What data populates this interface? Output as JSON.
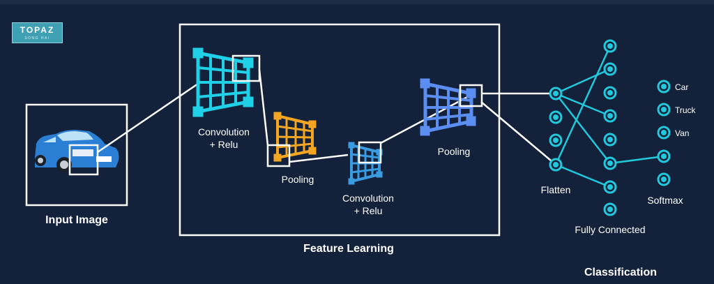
{
  "logo": {
    "brand": "TOPAZ",
    "sub": "SONG HAI"
  },
  "labels": {
    "input_image": "Input Image",
    "conv1": [
      "Convolution",
      "+ Relu"
    ],
    "pool1": "Pooling",
    "conv2": [
      "Convolution",
      "+ Relu"
    ],
    "pool2": "Pooling",
    "feature_learning": "Feature Learning",
    "flatten": "Flatten",
    "fully_connected": "Fully Connected",
    "softmax": "Softmax",
    "classification": "Classification"
  },
  "classes": [
    "Car",
    "Truck",
    "Van"
  ],
  "colors": {
    "background": "#13223a",
    "conv1": "#1fd0e6",
    "pool1": "#f4a623",
    "conv2": "#3a9be0",
    "pool2": "#5b8ef0",
    "node": "#22c8dc",
    "car": "#2a7fd4"
  }
}
